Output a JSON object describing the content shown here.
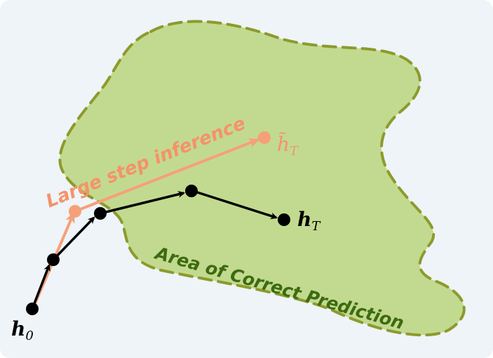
{
  "colors": {
    "background": "#eef4f8",
    "region_fill": "#c2da8f",
    "region_border": "#8d9a2c",
    "region_label": "#3d6b0f",
    "large_step": "#f6a078",
    "large_step_label": "#f4936a",
    "path": "#000000"
  },
  "region": {
    "label": "Area of Correct Prediction"
  },
  "large_step": {
    "label": "Large step inference",
    "endpoint_label": "h̃",
    "endpoint_sub": "T"
  },
  "start_point": {
    "label": "h",
    "sub": "0"
  },
  "end_point": {
    "label": "h",
    "sub": "T"
  }
}
